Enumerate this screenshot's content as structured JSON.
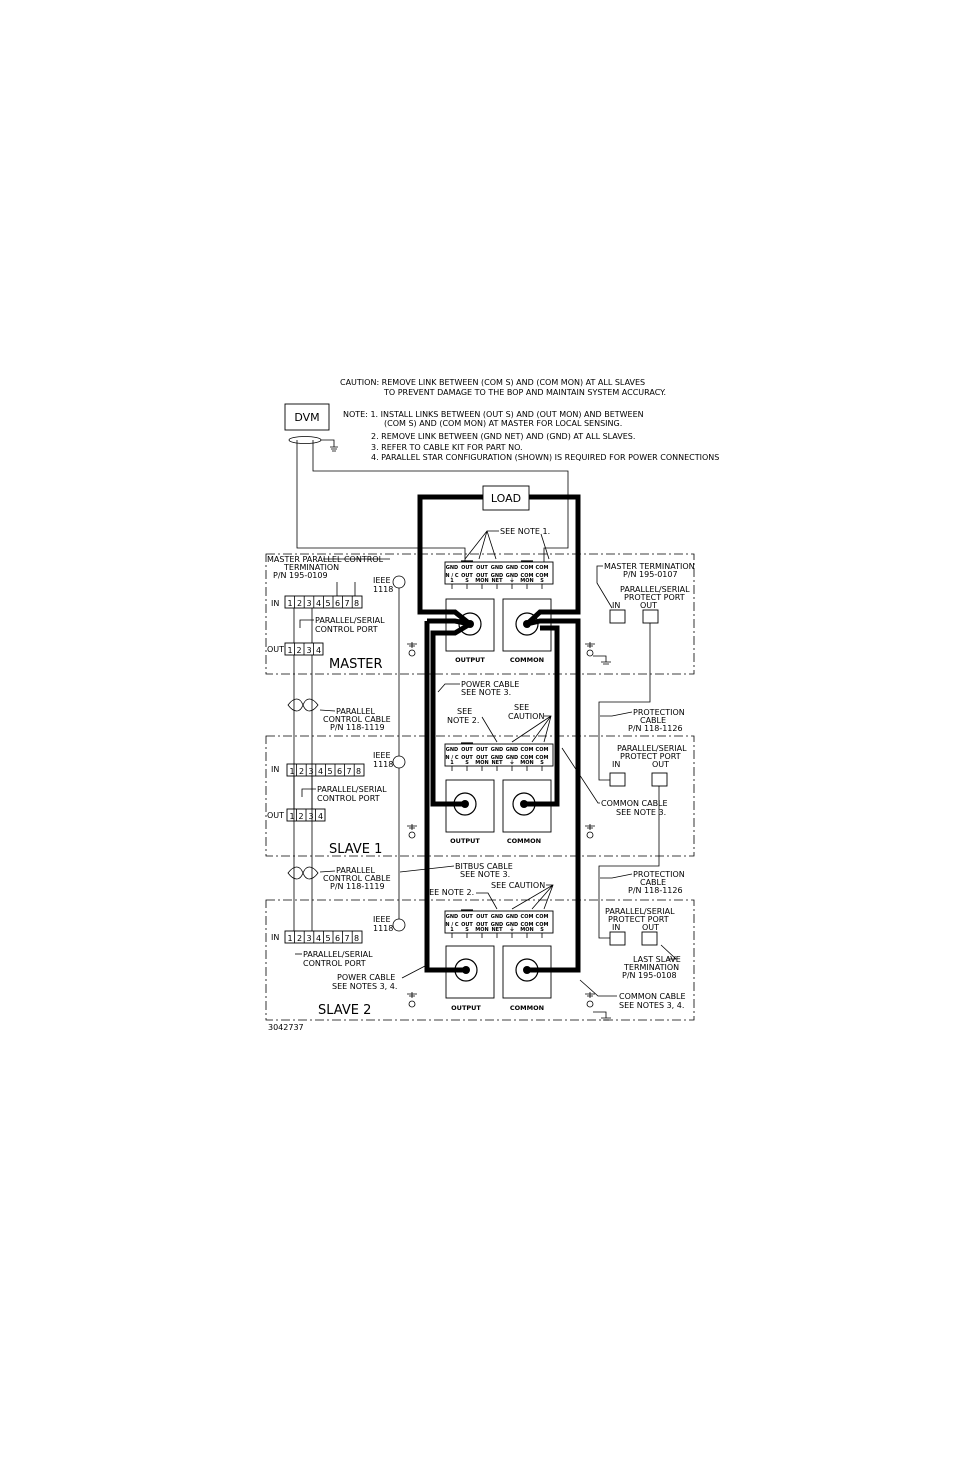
{
  "caution": {
    "line1": "CAUTION:  REMOVE LINK BETWEEN (COM S) AND (COM MON) AT ALL SLAVES",
    "line2": "TO PREVENT DAMAGE TO THE BOP AND MAINTAIN SYSTEM ACCURACY."
  },
  "notes": {
    "n1a": "NOTE:  1.  INSTALL LINKS BETWEEN (OUT S) AND (OUT MON) AND BETWEEN",
    "n1b": "(COM S) AND (COM MON) AT MASTER FOR LOCAL SENSING.",
    "n2": "2.  REMOVE LINK BETWEEN (GND NET) AND (GND) AT ALL SLAVES.",
    "n3": "3.  REFER TO CABLE KIT FOR PART NO.",
    "n4": "4.  PARALLEL STAR CONFIGURATION (SHOWN) IS REQUIRED FOR POWER CONNECTIONS"
  },
  "dvm": "DVM",
  "load": "LOAD",
  "units": {
    "master": "MASTER",
    "slave1": "SLAVE  1",
    "slave2": "SLAVE  2"
  },
  "terminal_strip": {
    "top": [
      "GND",
      "OUT",
      "OUT",
      "GND",
      "GND",
      "COM",
      "COM"
    ],
    "bottom": [
      "N / C",
      "OUT",
      "OUT",
      "GND",
      "GND",
      "COM",
      "COM"
    ],
    "sub": [
      "1",
      "S",
      "MON",
      "NET",
      "⏚",
      "MON",
      "S"
    ]
  },
  "terminals": {
    "output": "OUTPUT",
    "common": "COMMON"
  },
  "labels": {
    "see_note1": "SEE NOTE 1.",
    "master_pc_term1": "MASTER PARALLEL CONTROL",
    "master_pc_term2": "TERMINATION",
    "master_pc_term3": "P/N 195-0109",
    "ieee1": "IEEE",
    "ieee2": "1118",
    "in": "IN",
    "out": "OUT",
    "pc_port1": "PARALLEL/SERIAL",
    "pc_port2": "CONTROL PORT",
    "master_term1": "MASTER TERMINATION",
    "master_term2": "P/N 195-0107",
    "protect_port1": "PARALLEL/SERIAL",
    "protect_port2": "PROTECT PORT",
    "power_cable1": "POWER CABLE",
    "power_cable2": "SEE NOTE 3.",
    "pcc1": "PARALLEL",
    "pcc2": "CONTROL CABLE",
    "pcc3": "P/N 118-1119",
    "see_note2a": "SEE",
    "see_note2b": "NOTE 2.",
    "see_caution_a": "SEE",
    "see_caution_b": "CAUTION",
    "prot_cable1": "PROTECTION",
    "prot_cable2": "CABLE",
    "prot_cable3": "P/N 118-1126",
    "common_cable1": "COMMON CABLE",
    "common_cable2": "SEE NOTE 3.",
    "bitbus1": "BITBUS CABLE",
    "bitbus2": "SEE NOTE 3.",
    "see_note2_s2": "SEE NOTE 2.",
    "see_caution_s2": "SEE CAUTION",
    "power_cable_s2a": "POWER CABLE",
    "power_cable_s2b": "SEE NOTES 3, 4.",
    "last_slave1": "LAST SLAVE",
    "last_slave2": "TERMINATION",
    "last_slave3": "P/N 195-0108",
    "common_cable_s2a": "COMMON CABLE",
    "common_cable_s2b": "SEE NOTES 3, 4."
  },
  "pin_numbers_8": [
    "1",
    "2",
    "3",
    "4",
    "5",
    "6",
    "7",
    "8"
  ],
  "pin_numbers_4": [
    "1",
    "2",
    "3",
    "4"
  ],
  "figure_number": "3042737"
}
